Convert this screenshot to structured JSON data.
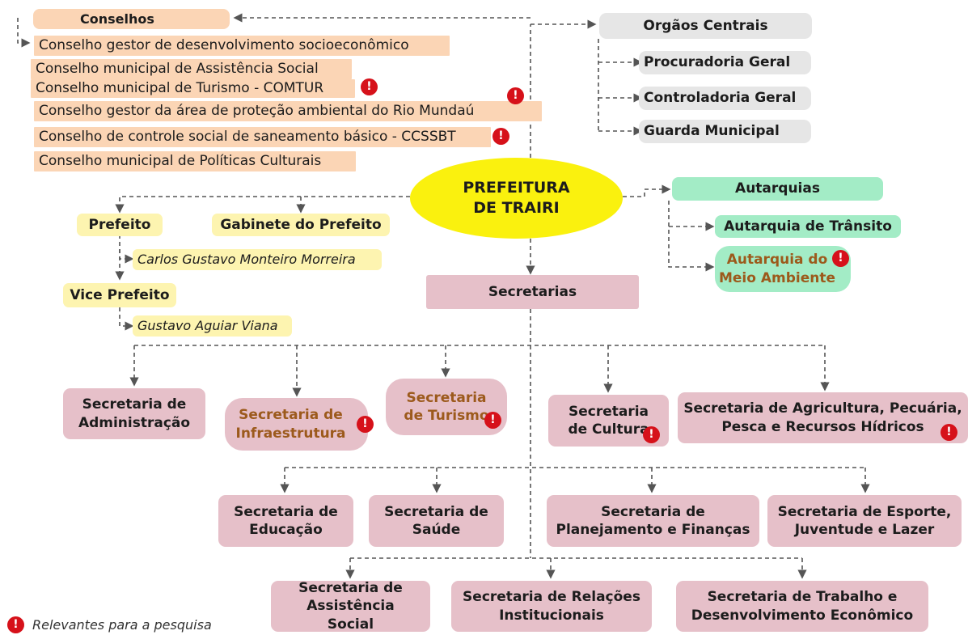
{
  "root": "PREFEITURA DE TRAIRI",
  "conselhos": {
    "title": "Conselhos",
    "items": [
      "Conselho gestor de desenvolvimento socioeconômico",
      "Conselho municipal de Assistência Social",
      "Conselho municipal de Turismo - COMTUR",
      "Conselho gestor da área de proteção ambiental do Rio Mundaú",
      "Conselho de controle social de saneamento básico - CCSSBT",
      "Conselho municipal de Políticas Culturais"
    ],
    "relevant": [
      false,
      false,
      true,
      true,
      true,
      false
    ]
  },
  "orgaos": {
    "title": "Orgãos Centrais",
    "items": [
      "Procuradoria Geral",
      "Controladoria Geral",
      "Guarda Municipal"
    ]
  },
  "autarquias": {
    "title": "Autarquias",
    "items": [
      "Autarquia de Trânsito",
      "Autarquia do Meio Ambiente"
    ],
    "relevant": [
      false,
      true
    ]
  },
  "prefeito": {
    "label": "Prefeito",
    "name": "Carlos Gustavo Monteiro Morreira"
  },
  "gabinete": "Gabinete do Prefeito",
  "vice": {
    "label": "Vice Prefeito",
    "name": "Gustavo Aguiar Viana"
  },
  "secretarias": {
    "title": "Secretarias",
    "items": [
      "Secretaria de Administração",
      "Secretaria de Infraestrutura",
      "Secretaria de Turismo",
      "Secretaria de Cultura",
      "Secretaria de Agricultura, Pecuária, Pesca e Recursos Hídricos",
      "Secretaria de Educação",
      "Secretaria de Saúde",
      "Secretaria de Planejamento e Finanças",
      "Secretaria de Esporte, Juventude e Lazer",
      "Secretaria de Assistência Social",
      "Secretaria de Relações Institucionais",
      "Secretaria de Trabalho e Desenvolvimento Econômico"
    ],
    "relevant": [
      false,
      true,
      true,
      true,
      true,
      false,
      false,
      false,
      false,
      false,
      false,
      false
    ]
  },
  "legend": {
    "icon": "!",
    "text": "Relevantes para a pesquisa"
  },
  "colors": {
    "conselhos": "#fbd5b5",
    "orgaos": "#e6e6e6",
    "autarquias": "#a3ecc6",
    "prefeito": "#fdf4b0",
    "secretarias": "#e6c0c9",
    "root": "#faf10e",
    "alert": "#d6111a",
    "relevant_text": "#9c5a1c"
  }
}
